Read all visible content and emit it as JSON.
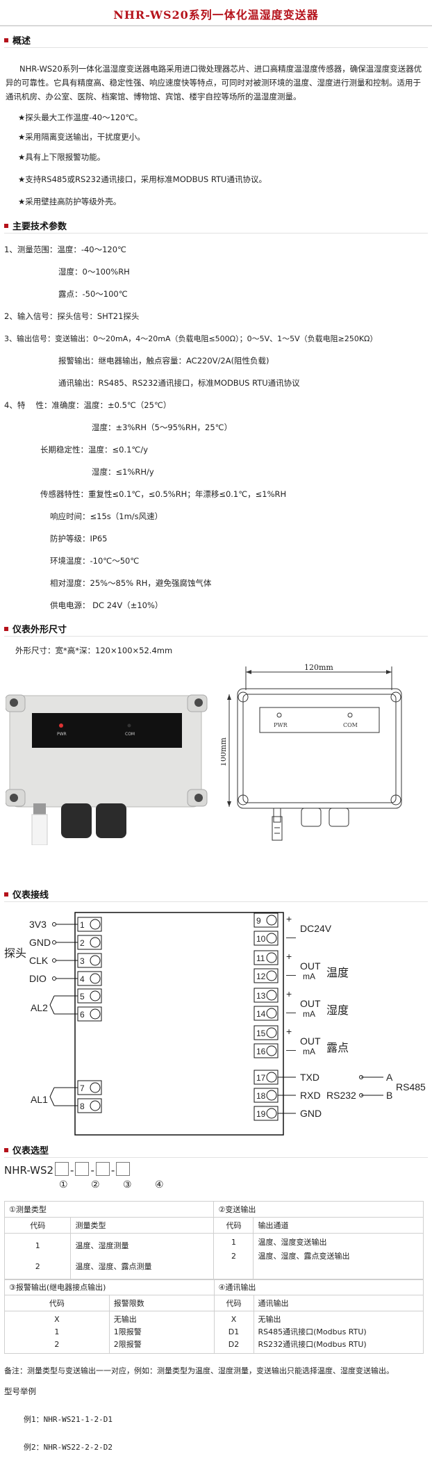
{
  "title": "NHR-WS20系列一体化温湿度变送器",
  "overview": {
    "heading": "概述",
    "paragraph": "NHR-WS20系列一体化温湿度变送器电路采用进口微处理器芯片、进口高精度温湿度传感器，确保温湿度变送器优异的可靠性。它具有精度高、稳定性强、响应速度快等特点，可同时对被测环境的温度、湿度进行测量和控制。适用于通讯机房、办公室、医院、档案馆、博物馆、宾馆、楼宇自控等场所的温湿度测量。",
    "features": [
      "★探头最大工作温度-40～120℃。",
      "★采用隔离变送输出，干扰度更小。",
      "★具有上下限报警功能。",
      "★支持RS485或RS232通讯接口，采用标准MODBUS RTU通讯协议。",
      "★采用壁挂高防护等级外壳。"
    ]
  },
  "specs": {
    "heading": "主要技术参数",
    "items": [
      "1、测量范围：温度：-40～120℃",
      "湿度：0～100%RH",
      "露点：-50～100℃",
      "2、输入信号：探头信号：SHT21探头",
      "3、输出信号：变送输出：0～20mA，4～20mA（负载电阻≤500Ω）；0～5V、1～5V（负载电阻≥250KΩ）",
      "报警输出：继电器输出，触点容量：AC220V/2A(阻性负载)",
      "通讯输出：RS485、RS232通讯接口，标准MODBUS RTU通讯协议",
      "4、特　 性：准确度：温度：±0.5℃（25℃）",
      "湿度：±3%RH（5～95%RH，25℃）",
      "长期稳定性：温度：≤0.1℃/y",
      "湿度：≤1%RH/y",
      "传感器特性：重复性≤0.1℃，≤0.5%RH；年漂移≤0.1℃，≤1%RH",
      "响应时间：≤15s（1m/s风速）",
      "防护等级：IP65",
      "环境温度：-10℃～50℃",
      "相对湿度：25%～85% RH，避免强腐蚀气体",
      "供电电源： DC 24V（±10%）"
    ]
  },
  "dimensions": {
    "heading": "仪表外形尺寸",
    "size_line": "外形尺寸：宽*高*深：120×100×52.4mm",
    "width_label": "120mm",
    "height_label": "100mm",
    "pwr": "PWR",
    "com": "COM"
  },
  "wiring": {
    "heading": "仪表接线",
    "probe": "探头",
    "left_labels": [
      "3V3",
      "GND",
      "CLK",
      "DIO"
    ],
    "al2": "AL2",
    "al1": "AL1",
    "dc24": "DC24V",
    "out": "OUT",
    "ma": "mA",
    "temp": "温度",
    "hum": "湿度",
    "dew": "露点",
    "txd": "TXD",
    "rxd": "RXD",
    "rs232": "RS232",
    "gnd": "GND",
    "a": "A",
    "b": "B",
    "rs485": "RS485",
    "plus": "+",
    "minus": "—",
    "terminals_left": [
      "1",
      "2",
      "3",
      "4",
      "5",
      "6",
      "7",
      "8"
    ],
    "terminals_right": [
      "9",
      "10",
      "11",
      "12",
      "13",
      "14",
      "15",
      "16",
      "17",
      "18",
      "19"
    ]
  },
  "selection": {
    "heading": "仪表选型",
    "model_prefix": "NHR-WS2",
    "dash": "-",
    "circles": [
      "①",
      "②",
      "③",
      "④"
    ],
    "t1_title": "①测量类型",
    "t1_h": [
      "代码",
      "测量类型"
    ],
    "t1_rows": [
      [
        "1",
        "温度、湿度测量"
      ],
      [
        "2",
        "温度、湿度、露点测量"
      ]
    ],
    "t2_title": "②变送输出",
    "t2_h": [
      "代码",
      "输出通道"
    ],
    "t2_rows": [
      [
        "1",
        "温度、湿度变送输出"
      ],
      [
        "2",
        "温度、湿度、露点变送输出"
      ]
    ],
    "t3_title": "③报警输出(继电器接点输出)",
    "t3_h": [
      "代码",
      "报警限数"
    ],
    "t3_rows": [
      [
        "X",
        "无输出"
      ],
      [
        "1",
        "1限报警"
      ],
      [
        "2",
        "2限报警"
      ]
    ],
    "t4_title": "④通讯输出",
    "t4_h": [
      "代码",
      "通讯输出"
    ],
    "t4_rows": [
      [
        "X",
        "无输出"
      ],
      [
        "D1",
        "RS485通讯接口(Modbus RTU)"
      ],
      [
        "D2",
        "RS232通讯接口(Modbus RTU)"
      ]
    ],
    "note": "备注：测量类型与变送输出一一对应，例如：测量类型为温度、湿度测量，变送输出只能选择温度、湿度变送输出。",
    "examples_title": "型号举例",
    "examples": [
      "例1：NHR-WS21-1-2-D1",
      "例2：NHR-WS22-2-2-D2"
    ]
  },
  "colors": {
    "accent": "#b5121b"
  }
}
